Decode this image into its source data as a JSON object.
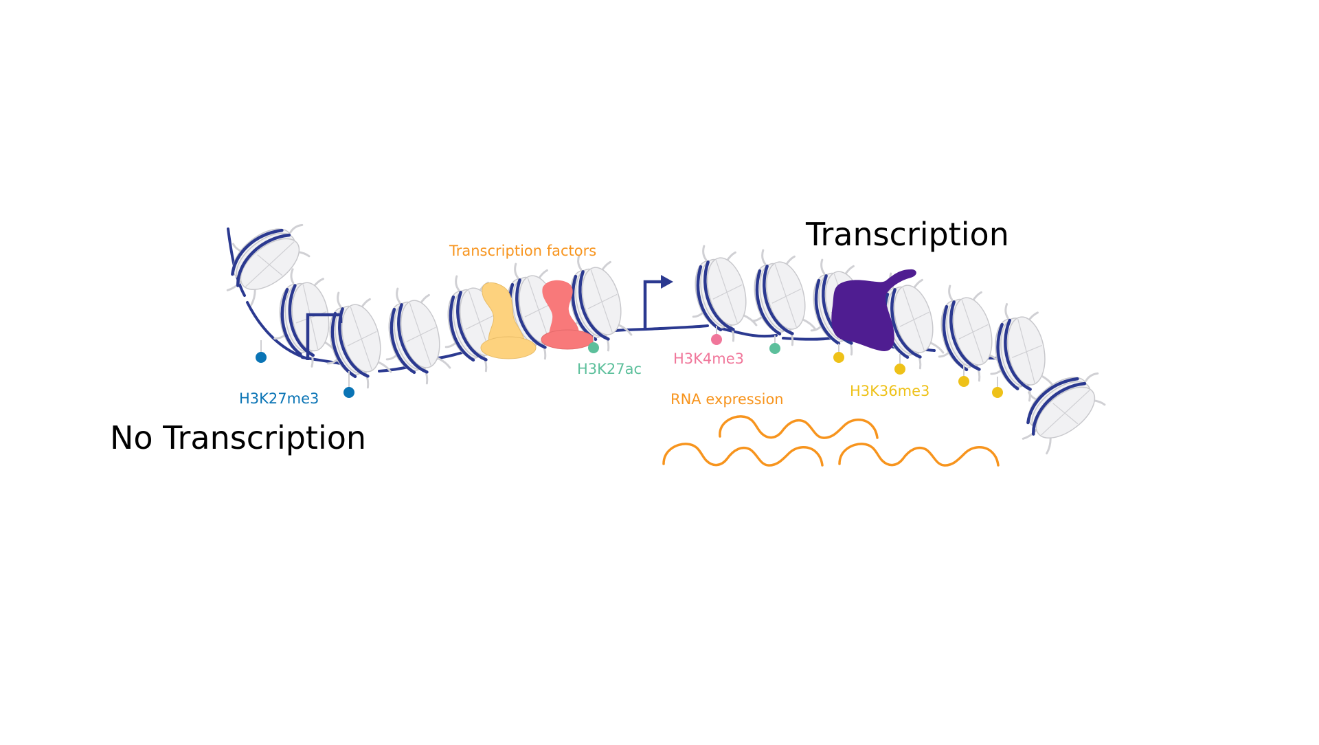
{
  "titles": {
    "no_transcription": "No Transcription",
    "transcription": "Transcription"
  },
  "labels": {
    "transcription_factors": "Transcription factors",
    "h3k27me3": "H3K27me3",
    "h3k27ac": "H3K27ac",
    "h3k4me3": "H3K4me3",
    "h3k36me3": "H3K36me3",
    "rna_expression": "RNA expression"
  },
  "colors": {
    "dna": "#2b3990",
    "histone_fill": "#f1f1f3",
    "histone_stroke": "#c8c8cc",
    "h3k27me3": "#0a74b5",
    "h3k27ac": "#5cbf9b",
    "h3k4me3": "#f0769a",
    "h3k36me3": "#eec118",
    "rna": "#f7941d",
    "tf_yellow": "#fdd27e",
    "tf_red": "#f8797a",
    "polymerase": "#4f1d91"
  },
  "marks": [
    {
      "type": "h3k27me3",
      "count": 2
    },
    {
      "type": "h3k27ac",
      "count": 2
    },
    {
      "type": "h3k4me3",
      "count": 1
    },
    {
      "type": "h3k36me3",
      "count": 4
    }
  ],
  "nucleosome_count": 14,
  "rna_transcript_count": 3
}
